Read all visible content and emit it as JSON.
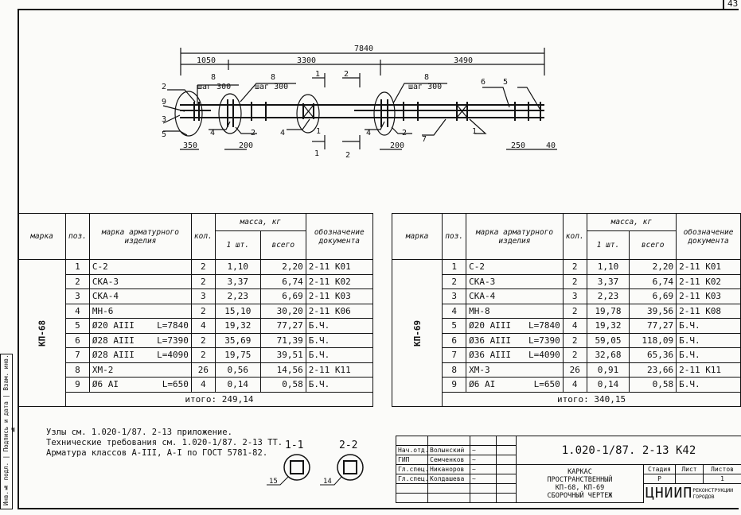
{
  "sheet_number": "43",
  "drawing": {
    "dims": {
      "total": "7840",
      "d1": "1050",
      "d2": "3300",
      "d3": "3490",
      "d350": "350",
      "d200a": "200",
      "d200b": "200",
      "d250": "250",
      "d40": "40"
    },
    "callouts": {
      "p2": "2",
      "p9": "9",
      "p3": "3",
      "p5": "5",
      "p8a": "8",
      "step_a": "шаг 300",
      "p8b": "8",
      "step_b": "шаг 300",
      "p8c": "8",
      "step_c": "шаг 300",
      "p4a": "4",
      "p2a": "2",
      "p4b": "4",
      "p1a": "1",
      "p4c": "4",
      "p2b": "2",
      "p7": "7",
      "p1b": "1",
      "p6": "6",
      "p5b": "5"
    },
    "sections": {
      "s1_top": "1",
      "s2_top": "2",
      "s1_bot": "1",
      "s2_bot": "2"
    }
  },
  "table_headers": {
    "marka": "марка",
    "poz": "поз.",
    "item": "марка арматурного изделия",
    "qty": "кол.",
    "mass": "масса, кг",
    "per_unit": "1 шт.",
    "total": "всего",
    "doc": "обозначение документа"
  },
  "tables": [
    {
      "marka": "КП-68",
      "rows": [
        [
          "1",
          "С-2",
          "",
          "2",
          "1,10",
          "2,20",
          "2-11 К01"
        ],
        [
          "2",
          "СКА-3",
          "",
          "2",
          "3,37",
          "6,74",
          "2-11 К02"
        ],
        [
          "3",
          "СКА-4",
          "",
          "3",
          "2,23",
          "6,69",
          "2-11 К03"
        ],
        [
          "4",
          "МН-6",
          "",
          "2",
          "15,10",
          "30,20",
          "2-11 К06"
        ],
        [
          "5",
          "Ø20 АIII",
          "L=7840",
          "4",
          "19,32",
          "77,27",
          "Б.Ч."
        ],
        [
          "6",
          "Ø28 АIII",
          "L=7390",
          "2",
          "35,69",
          "71,39",
          "Б.Ч."
        ],
        [
          "7",
          "Ø28 АIII",
          "L=4090",
          "2",
          "19,75",
          "39,51",
          "Б.Ч."
        ],
        [
          "8",
          "ХМ-2",
          "",
          "26",
          "0,56",
          "14,56",
          "2-11 К11"
        ],
        [
          "9",
          "Ø6 АI",
          "L=650",
          "4",
          "0,14",
          "0,58",
          "Б.Ч."
        ]
      ],
      "total_label": "итого:",
      "total": "249,14"
    },
    {
      "marka": "КП-69",
      "rows": [
        [
          "1",
          "С-2",
          "",
          "2",
          "1,10",
          "2,20",
          "2-11 К01"
        ],
        [
          "2",
          "СКА-3",
          "",
          "2",
          "3,37",
          "6,74",
          "2-11 К02"
        ],
        [
          "3",
          "СКА-4",
          "",
          "3",
          "2,23",
          "6,69",
          "2-11 К03"
        ],
        [
          "4",
          "МН-8",
          "",
          "2",
          "19,78",
          "39,56",
          "2-11 К08"
        ],
        [
          "5",
          "Ø20 АIII",
          "L=7840",
          "4",
          "19,32",
          "77,27",
          "Б.Ч."
        ],
        [
          "6",
          "Ø36 АIII",
          "L=7390",
          "2",
          "59,05",
          "118,09",
          "Б.Ч."
        ],
        [
          "7",
          "Ø36 АIII",
          "L=4090",
          "2",
          "32,68",
          "65,36",
          "Б.Ч."
        ],
        [
          "8",
          "ХМ-3",
          "",
          "26",
          "0,91",
          "23,66",
          "2-11 К11"
        ],
        [
          "9",
          "Ø6 АI",
          "L=650",
          "4",
          "0,14",
          "0,58",
          "Б.Ч."
        ]
      ],
      "total_label": "итого:",
      "total": "340,15"
    }
  ],
  "notes": [
    "Узлы см. 1.020-1/87. 2-13 приложение.",
    "Технические требования см. 1.020-1/87. 2-13 ТТ.",
    "Арматура классов А-III, А-I по ГОСТ 5781-82."
  ],
  "sections_detail": {
    "s11": "1-1",
    "s22": "2-2",
    "p15": "15",
    "p14": "14"
  },
  "title_block": {
    "signers": [
      {
        "role": "Нач.отд.",
        "name": "Волынский"
      },
      {
        "role": "ГИП",
        "name": "Семченков"
      },
      {
        "role": "Гл.спец.",
        "name": "Никаноров"
      },
      {
        "role": "Гл.спец.",
        "name": "Колдашева"
      }
    ],
    "code": "1.020-1/87. 2-13 К42",
    "name_lines": [
      "КАРКАС",
      "ПРОСТРАНСТВЕННЫЙ",
      "КП-68, КП-69",
      "СБОРОЧНЫЙ ЧЕРТЕЖ"
    ],
    "stage_label": "Стадия",
    "sheet_label": "Лист",
    "sheets_label": "Листов",
    "stage": "Р",
    "sheet": "",
    "sheets": "1",
    "org_logo": "ЦНИИП",
    "org_text": "реконструкции городов"
  },
  "side_strip": "Инв.№ подл. | Подпись и дата | Взам. инв.№"
}
